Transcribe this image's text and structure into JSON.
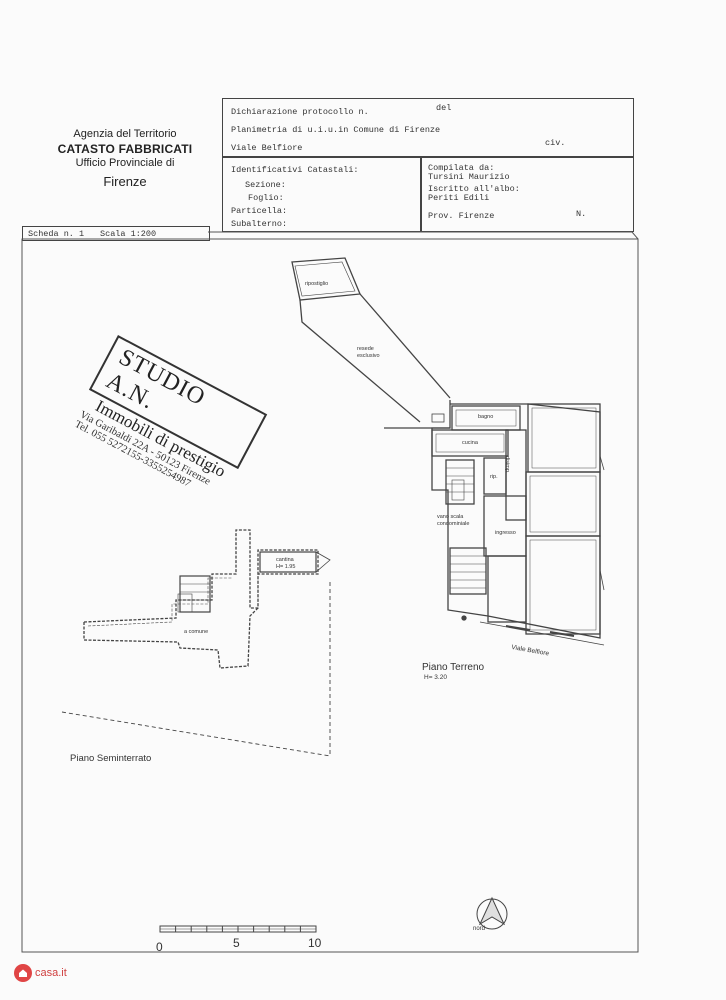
{
  "office": {
    "line1": "Agenzia del Territorio",
    "line2": "CATASTO FABBRICATI",
    "line3": "Ufficio Provinciale di",
    "line4": "Firenze"
  },
  "header": {
    "dichiarazione": "Dichiarazione protocollo n.",
    "del": "del",
    "planimetria": "Planimetria di u.i.u.in Comune di Firenze",
    "address": "Viale Belfiore",
    "civ": "civ.",
    "identificativi": "Identificativi Catastali:",
    "sezione": "Sezione:",
    "foglio": "Foglio:",
    "particella": "Particella:",
    "subalterno": "Subalterno:",
    "compilata": "Compilata da:",
    "compilatore": "Tursini Maurizio",
    "iscritto": "Iscritto all'albo:",
    "albo": "Periti Edili",
    "prov": "Prov. Firenze",
    "n": "N."
  },
  "scheda": {
    "label": "Scheda n. 1",
    "scala": "Scala 1:200"
  },
  "stamp": {
    "title": "STUDIO A.N.",
    "subtitle": "Immobili di prestigio",
    "address": "Via Garibaldi 22A - 50123 Firenze",
    "phone": "Tel. 055 5272155-3355254987"
  },
  "rooms": {
    "ripostiglio": "ripostiglio",
    "resede1": "resede",
    "resede2": "esclusivo",
    "bagno": "bagno",
    "cucina": "cucina",
    "disimpegno": "disimp.",
    "rip_small": "rip.",
    "vano1": "vano scala",
    "vano2": "condominiale",
    "ingresso": "ingresso",
    "cantina": "cantina",
    "cantina_h": "H= 1.95",
    "comune": "a comune"
  },
  "floors": {
    "terreno": "Piano Terreno",
    "terreno_h": "H= 3.20",
    "street": "Viale Belfiore",
    "seminterrato": "Piano Seminterrato"
  },
  "scalebar": {
    "t0": "0",
    "t5": "5",
    "t10": "10"
  },
  "north": "nord",
  "watermark": "casa.it"
}
